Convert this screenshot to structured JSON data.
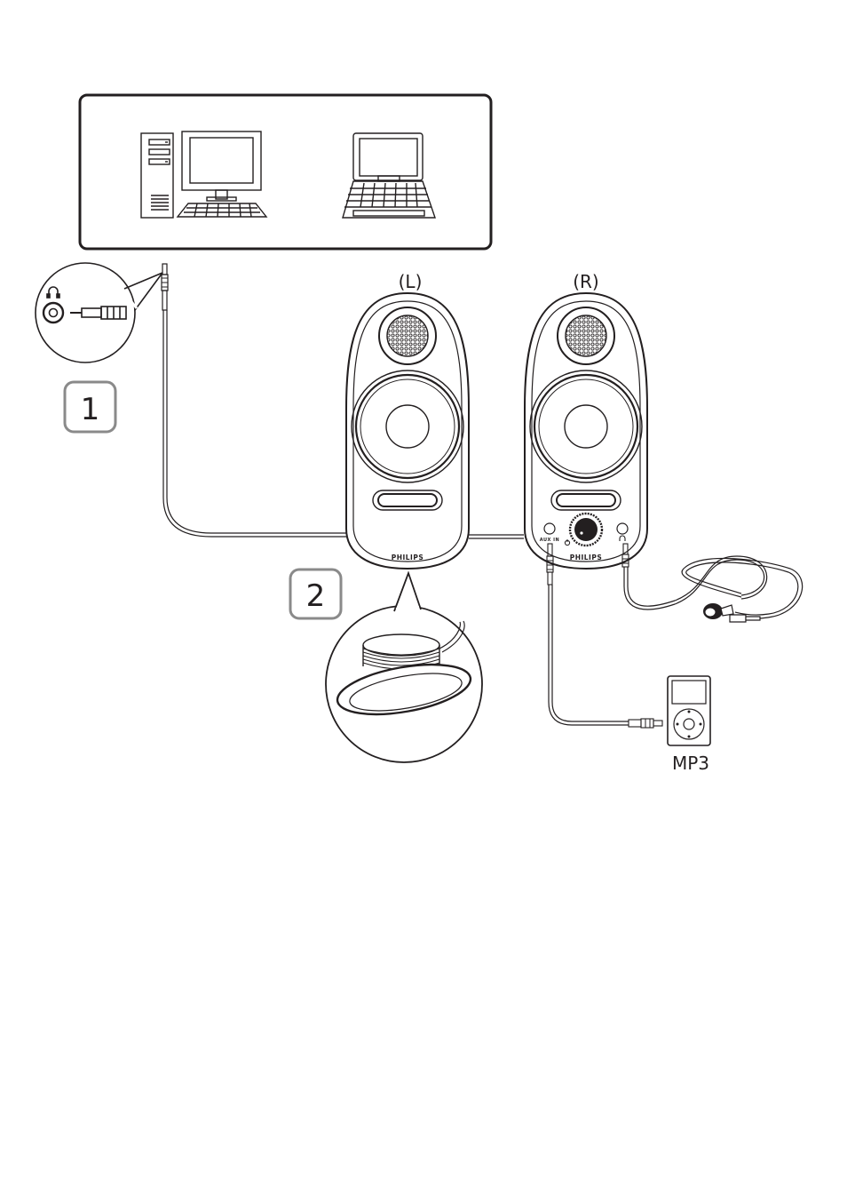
{
  "labels": {
    "left_speaker": "(L)",
    "right_speaker": "(R)",
    "mp3": "MP3",
    "brand_left": "PHILIPS",
    "brand_right": "PHILIPS",
    "aux_in": "AUX IN"
  },
  "steps": [
    "1",
    "2"
  ],
  "colors": {
    "line": "#231f20",
    "step_border": "#8a8a8a",
    "background": "#ffffff"
  },
  "icons": [
    "desktop-computer-icon",
    "laptop-icon",
    "headphone-jack-icon",
    "earphones-icon",
    "mp3-player-icon"
  ]
}
